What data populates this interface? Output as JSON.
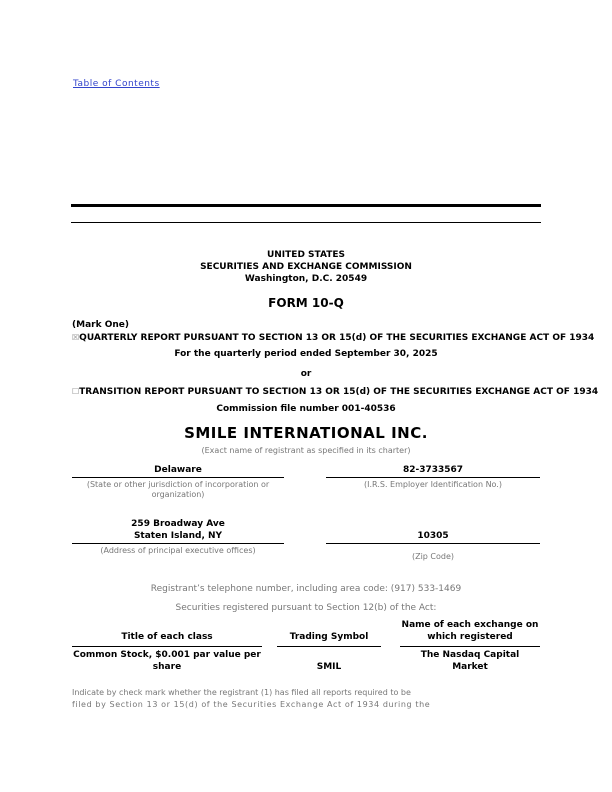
{
  "toc_link": "Table of Contents",
  "header": {
    "line1": "UNITED STATES",
    "line2": "SECURITIES AND EXCHANGE COMMISSION",
    "line3": "Washington, D.C. 20549"
  },
  "form": {
    "title": "FORM 10-Q",
    "mark_one": "(Mark One)",
    "quarterly_check": "☒",
    "quarterly_text": "QUARTERLY REPORT PURSUANT TO SECTION 13 OR 15(d) OF THE SECURITIES EXCHANGE ACT OF 1934",
    "period_text": "For the quarterly period ended September 30, 2025",
    "or_text": "or",
    "transition_check": "☐",
    "transition_text": "TRANSITION REPORT PURSUANT TO SECTION 13 OR 15(d) OF THE SECURITIES EXCHANGE ACT OF 1934",
    "commission_text": "Commission file number 001-40536"
  },
  "company": {
    "name": "SMILE INTERNATIONAL INC.",
    "name_caption": "(Exact name of registrant as specified in its charter)",
    "state": "Delaware",
    "state_caption": "(State or other jurisdiction of incorporation or organization)",
    "ein": "82-3733567",
    "ein_caption": "(I.R.S. Employer Identification No.)",
    "address_line1": "259 Broadway Ave",
    "address_line2": "Staten Island, NY",
    "address_caption": "(Address of principal executive offices)",
    "zip": "10305",
    "zip_caption": "(Zip Code)",
    "phone_text": "Registrant’s telephone number, including area code: (917) 533-1469"
  },
  "registered": {
    "intro": "Securities registered pursuant to Section 12(b) of the Act:",
    "col1_header": "Title of each class",
    "col2_header": "Trading Symbol",
    "col3_header_line1": "Name of each exchange on",
    "col3_header_line2": "which registered",
    "col1_value_line1": "Common Stock, $0.001 par value per",
    "col1_value_line2": "share",
    "col2_value": "SMIL",
    "col3_value_line1": "The Nasdaq Capital",
    "col3_value_line2": "Market"
  },
  "footer_text_line1": "Indicate by check mark whether the registrant (1) has filed all reports required to be",
  "footer_text_line2": "filed by Section 13 or 15(d) of the Securities Exchange Act of 1934 during the"
}
